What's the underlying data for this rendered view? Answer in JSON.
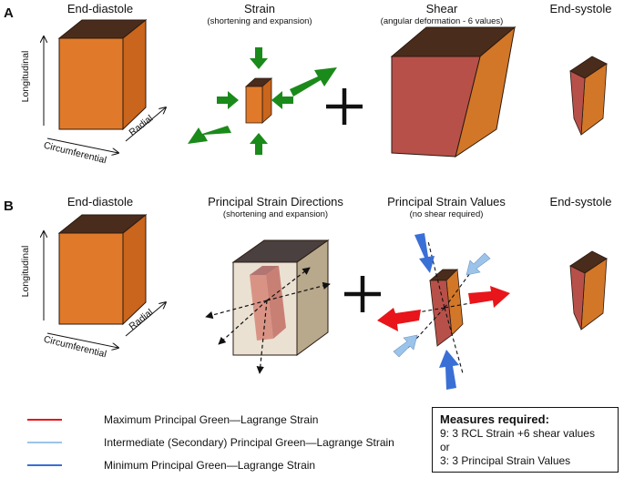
{
  "panel_a": {
    "label": "A",
    "col1_title": "End-diastole",
    "col2_title": "Strain",
    "col2_subtitle": "(shortening and expansion)",
    "col3_title": "Shear",
    "col3_subtitle": "(angular deformation - 6 values)",
    "col4_title": "End-systole",
    "axis_longitudinal": "Longitudinal",
    "axis_circumferential": "Circumferential",
    "axis_radial": "Radial"
  },
  "panel_b": {
    "label": "B",
    "col1_title": "End-diastole",
    "col2_title": "Principal Strain Directions",
    "col2_subtitle": "(shortening and expansion)",
    "col3_title": "Principal Strain Values",
    "col3_subtitle": "(no shear required)",
    "col4_title": "End-systole",
    "axis_longitudinal": "Longitudinal",
    "axis_circumferential": "Circumferential",
    "axis_radial": "Radial"
  },
  "operators": {
    "plus": "+"
  },
  "legend": [
    {
      "label": "Maximum Principal Green—Lagrange Strain",
      "color": "#e8151a"
    },
    {
      "label": "Intermediate (Secondary) Principal Green—Lagrange Strain",
      "color": "#9cc3ea"
    },
    {
      "label": "Minimum Principal Green—Lagrange Strain",
      "color": "#3a6fd6"
    }
  ],
  "measures": {
    "heading": "Measures required:",
    "line1": "9: 3 RCL Strain +6 shear values",
    "line2": "or",
    "line3": "3: 3 Principal Strain Values"
  },
  "colors": {
    "cube_front": "#e07a2a",
    "cube_side": "#c9651c",
    "cube_top": "#4a2c1c",
    "shear_face": "#b8504a",
    "strain_arrow": "#1a8a1a"
  }
}
